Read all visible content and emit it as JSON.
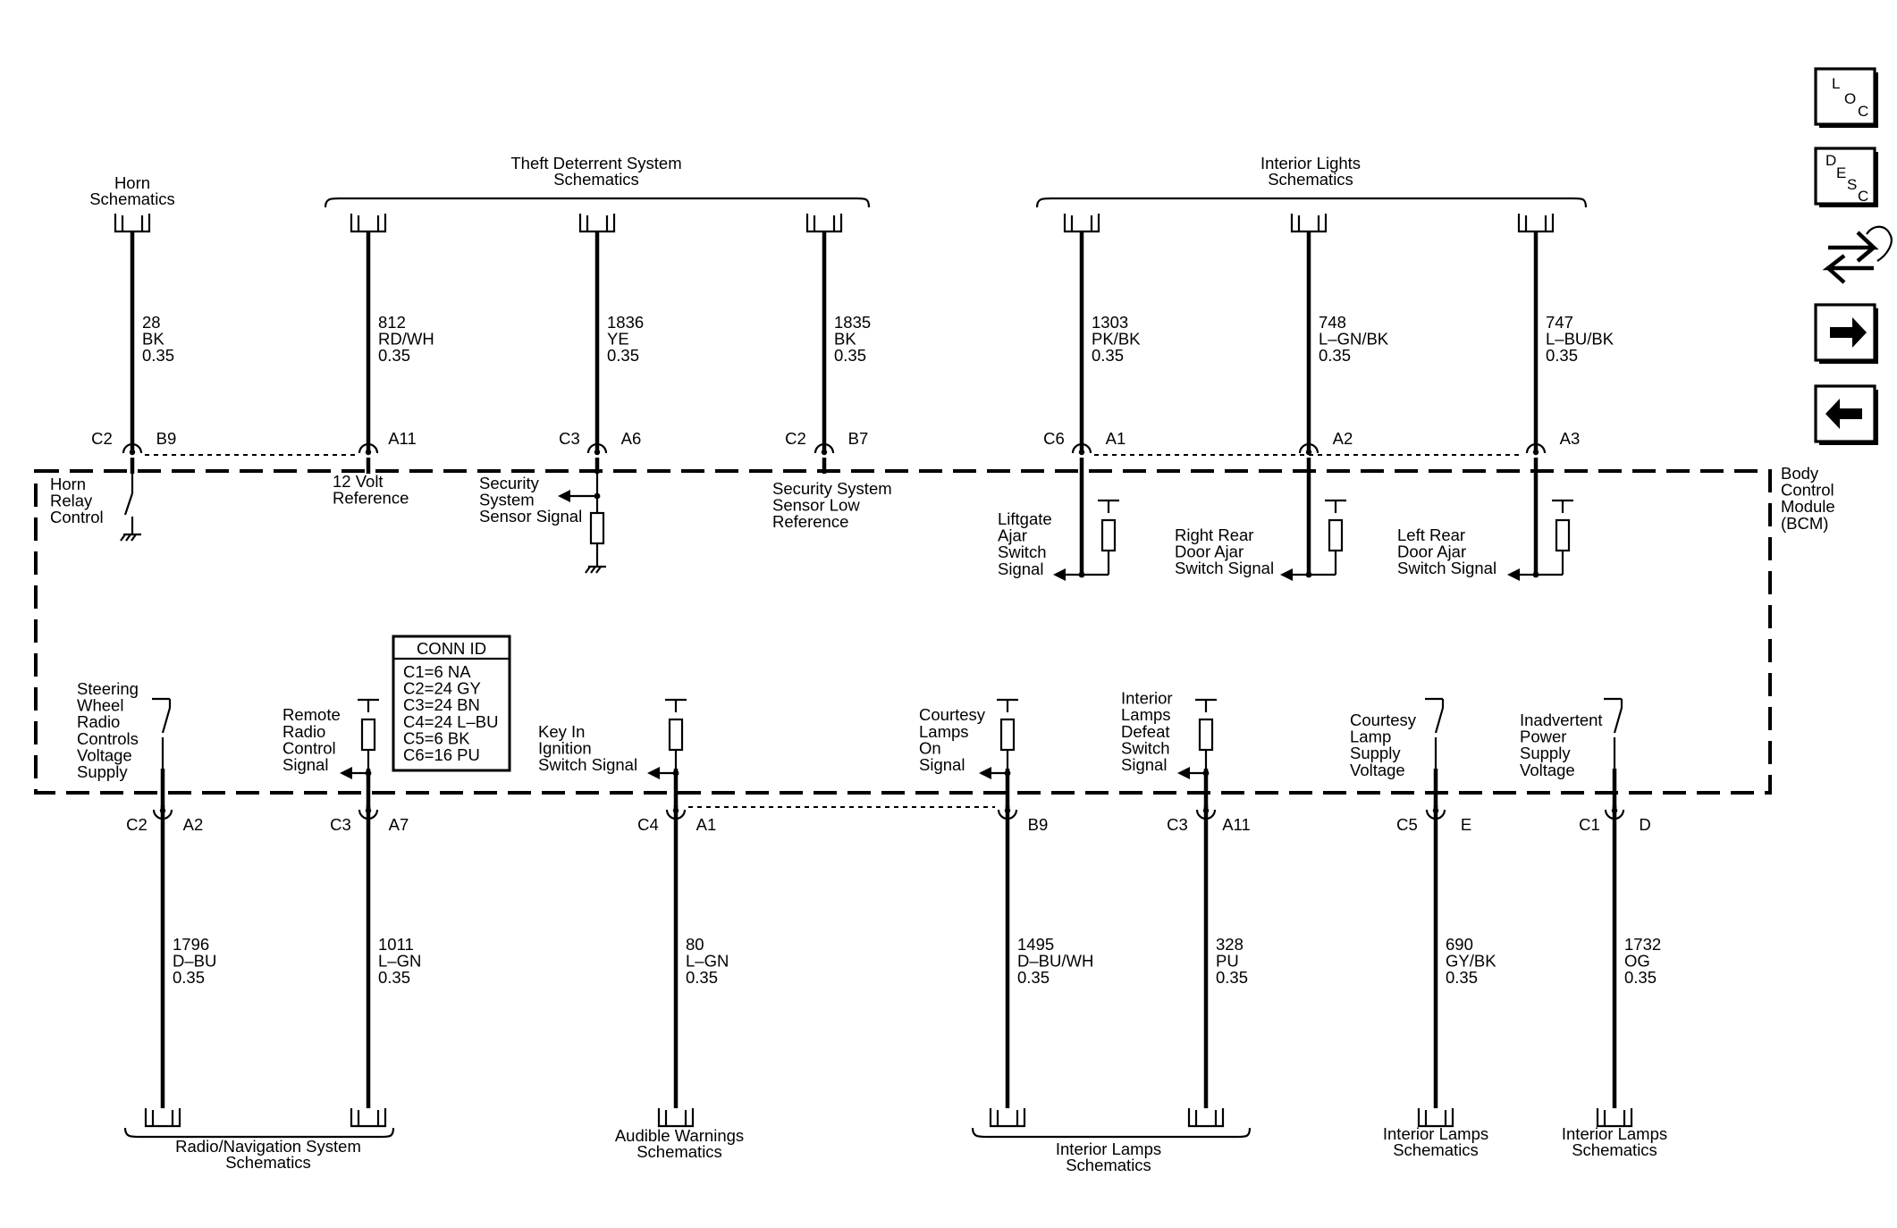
{
  "module": {
    "label_lines": [
      "Body",
      "Control",
      "Module",
      "(BCM)"
    ]
  },
  "conn_id": {
    "title": "CONN ID",
    "entries": [
      "C1=6 NA",
      "C2=24 GY",
      "C3=24 BN",
      "C4=24 L–BU",
      "C5=6 BK",
      "C6=16 PU"
    ]
  },
  "nav": {
    "loc": [
      "L",
      "O",
      "C"
    ],
    "desc": [
      "D",
      "E",
      "S",
      "C"
    ],
    "icons": [
      "component-swap-icon",
      "arrow-right-icon",
      "arrow-left-icon"
    ]
  },
  "top_groups": [
    {
      "lines": [
        "Horn",
        "Schematics"
      ]
    },
    {
      "lines": [
        "Theft Deterrent System",
        "Schematics"
      ]
    },
    {
      "lines": [
        "Interior Lights",
        "Schematics"
      ]
    }
  ],
  "bottom_groups": [
    {
      "lines": [
        "Radio/Navigation System",
        "Schematics"
      ]
    },
    {
      "lines": [
        "Audible Warnings",
        "Schematics"
      ]
    },
    {
      "lines": [
        "Interior Lamps",
        "Schematics"
      ]
    },
    {
      "lines": [
        "Interior Lamps",
        "Schematics"
      ]
    },
    {
      "lines": [
        "Interior Lamps",
        "Schematics"
      ]
    }
  ],
  "top_circuits": [
    {
      "wire": [
        "28",
        "BK",
        "0.35"
      ],
      "connector": "C2",
      "pin": "B9",
      "label": [
        "Horn",
        "Relay",
        "Control"
      ]
    },
    {
      "wire": [
        "812",
        "RD/WH",
        "0.35"
      ],
      "connector": "",
      "pin": "A11",
      "label": [
        "12 Volt",
        "Reference"
      ]
    },
    {
      "wire": [
        "1836",
        "YE",
        "0.35"
      ],
      "connector": "C3",
      "pin": "A6",
      "label": [
        "Security",
        "System",
        "Sensor Signal"
      ]
    },
    {
      "wire": [
        "1835",
        "BK",
        "0.35"
      ],
      "connector": "C2",
      "pin": "B7",
      "label": [
        "Security System",
        "Sensor Low",
        "Reference"
      ]
    },
    {
      "wire": [
        "1303",
        "PK/BK",
        "0.35"
      ],
      "connector": "C6",
      "pin": "A1",
      "label": [
        "Liftgate",
        "Ajar",
        "Switch",
        "Signal"
      ]
    },
    {
      "wire": [
        "748",
        "L–GN/BK",
        "0.35"
      ],
      "connector": "",
      "pin": "A2",
      "label": [
        "Right Rear",
        "Door Ajar",
        "Switch Signal"
      ]
    },
    {
      "wire": [
        "747",
        "L–BU/BK",
        "0.35"
      ],
      "connector": "",
      "pin": "A3",
      "label": [
        "Left Rear",
        "Door Ajar",
        "Switch Signal"
      ]
    }
  ],
  "bottom_circuits": [
    {
      "wire": [
        "1796",
        "D–BU",
        "0.35"
      ],
      "connector": "C2",
      "pin": "A2",
      "label": [
        "Steering",
        "Wheel",
        "Radio",
        "Controls",
        "Voltage",
        "Supply"
      ]
    },
    {
      "wire": [
        "1011",
        "L–GN",
        "0.35"
      ],
      "connector": "C3",
      "pin": "A7",
      "label": [
        "Remote",
        "Radio",
        "Control",
        "Signal"
      ]
    },
    {
      "wire": [
        "80",
        "L–GN",
        "0.35"
      ],
      "connector": "C4",
      "pin": "A1",
      "label": [
        "Key In",
        "Ignition",
        "Switch Signal"
      ]
    },
    {
      "wire": [
        "1495",
        "D–BU/WH",
        "0.35"
      ],
      "connector": "",
      "pin": "B9",
      "label": [
        "Courtesy",
        "Lamps",
        "On",
        "Signal"
      ]
    },
    {
      "wire": [
        "328",
        "PU",
        "0.35"
      ],
      "connector": "C3",
      "pin": "A11",
      "label": [
        "Interior",
        "Lamps",
        "Defeat",
        "Switch",
        "Signal"
      ]
    },
    {
      "wire": [
        "690",
        "GY/BK",
        "0.35"
      ],
      "connector": "C5",
      "pin": "E",
      "label": [
        "Courtesy",
        "Lamp",
        "Supply",
        "Voltage"
      ]
    },
    {
      "wire": [
        "1732",
        "OG",
        "0.35"
      ],
      "connector": "C1",
      "pin": "D",
      "label": [
        "Inadvertent",
        "Power",
        "Supply",
        "Voltage"
      ]
    }
  ]
}
